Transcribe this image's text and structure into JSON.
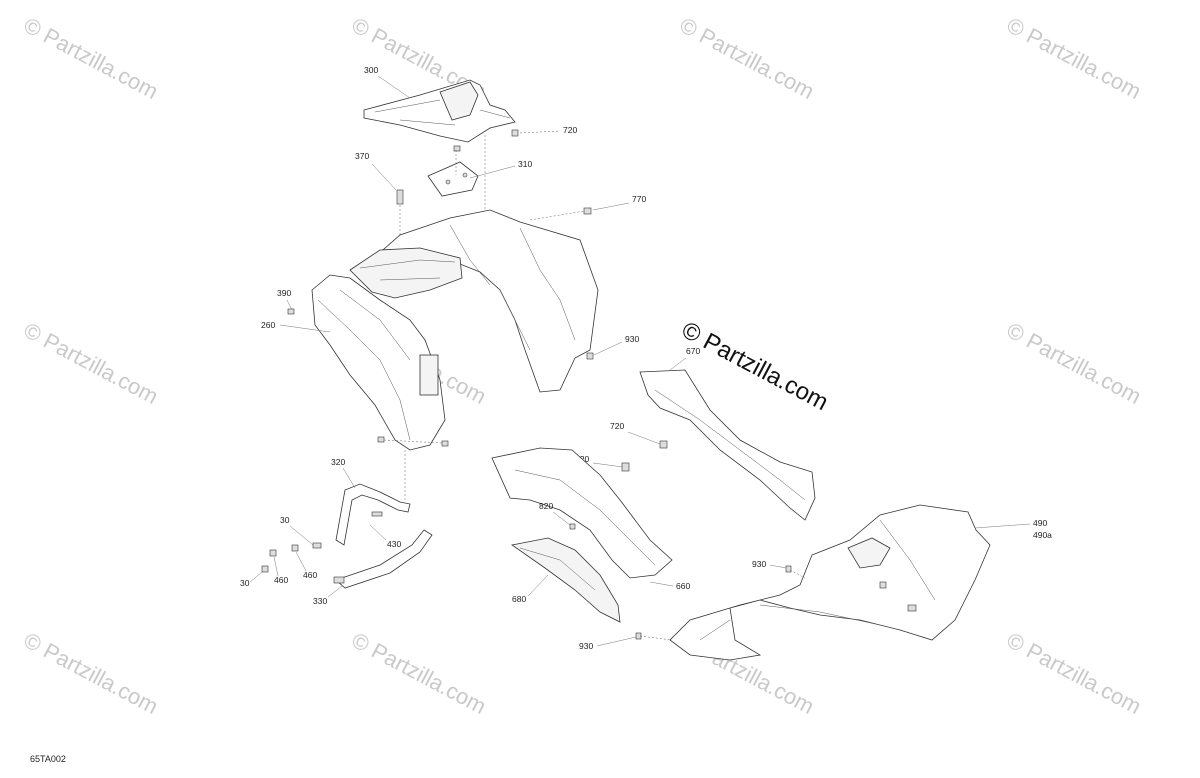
{
  "watermarks": {
    "text": "© Partzilla.com",
    "main_text": "© Partzilla.com"
  },
  "callouts": {
    "c300": "300",
    "c720a": "720",
    "c370": "370",
    "c310": "310",
    "c770": "770",
    "c390": "390",
    "c260": "260",
    "c930a": "930",
    "c670": "670",
    "c720b": "720",
    "c720c": "720",
    "c320": "320",
    "c820": "820",
    "c30a": "30",
    "c430": "430",
    "c460a": "460",
    "c460b": "460",
    "c30b": "30",
    "c330": "330",
    "c490": "490",
    "c490a": "490a",
    "c930b": "930",
    "c660": "660",
    "c680": "680",
    "c930c": "930"
  },
  "diagram_code": "65TA002"
}
